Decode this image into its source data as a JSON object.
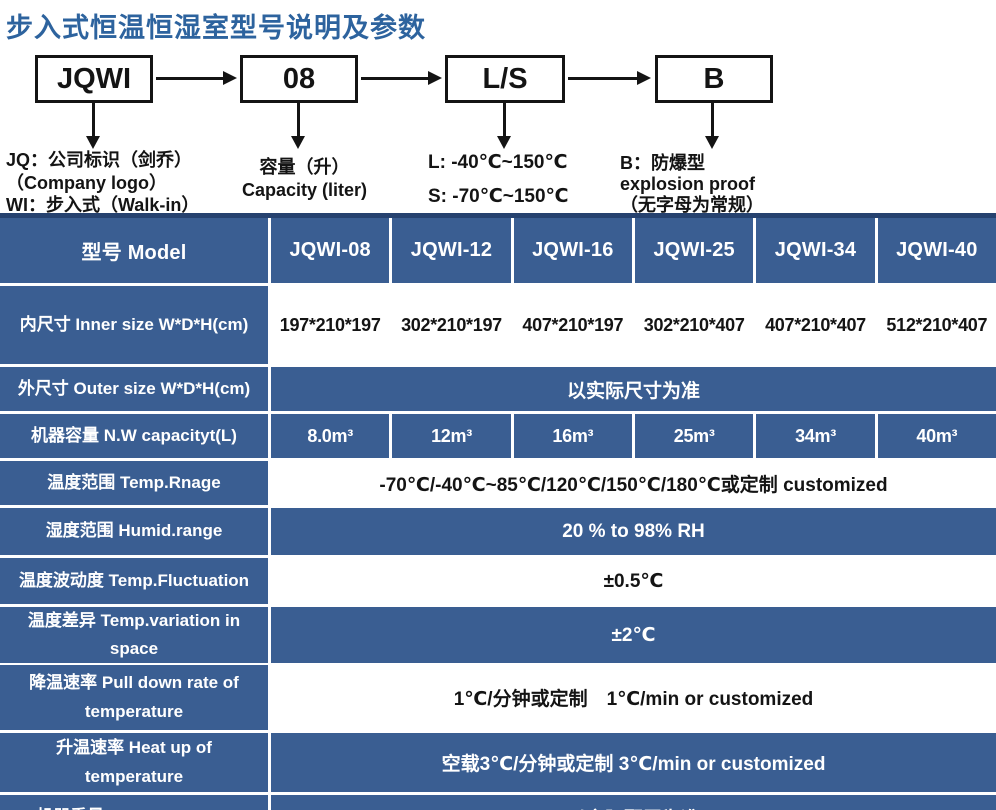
{
  "page": {
    "title": "步入式恒温恒湿室型号说明及参数"
  },
  "diagram": {
    "boxes": [
      "JQWI",
      "08",
      "L/S",
      "B"
    ],
    "notes": [
      {
        "lines": [
          "JQ：公司标识（剑乔）",
          "（Company logo）",
          "WI：步入式（Walk-in）"
        ]
      },
      {
        "lines": [
          "容量（升）",
          "Capacity (liter)"
        ]
      },
      {
        "lines": [
          "L: -40℃~150℃",
          "S: -70℃~150℃"
        ]
      },
      {
        "lines": [
          "B：防爆型",
          "explosion proof",
          "（无字母为常规）"
        ]
      }
    ]
  },
  "table": {
    "header": {
      "label": "型号 Model",
      "models": [
        "JQWI-08",
        "JQWI-12",
        "JQWI-16",
        "JQWI-25",
        "JQWI-34",
        "JQWI-40"
      ]
    },
    "rows": [
      {
        "label": "内尺寸 Inner size W*D*H(cm)",
        "type": "cells",
        "style": "light",
        "values": [
          "197*210*197",
          "302*210*197",
          "407*210*197",
          "302*210*407",
          "407*210*407",
          "512*210*407"
        ]
      },
      {
        "label": "外尺寸 Outer size W*D*H(cm)",
        "type": "span",
        "style": "dark",
        "value": "以实际尺寸为准"
      },
      {
        "label": "机器容量 N.W capacityt(L)",
        "type": "cells",
        "style": "dark",
        "values": [
          "8.0m³",
          "12m³",
          "16m³",
          "25m³",
          "34m³",
          "40m³"
        ]
      },
      {
        "label": "温度范围 Temp.Rnage",
        "type": "span",
        "style": "light",
        "value": "-70℃/-40℃~85℃/120℃/150℃/180℃或定制 customized"
      },
      {
        "label": "湿度范围 Humid.range",
        "type": "span",
        "style": "dark",
        "value": "20 % to 98% RH"
      },
      {
        "label": "温度波动度 Temp.Fluctuation",
        "type": "span",
        "style": "light",
        "value": "±0.5℃"
      },
      {
        "label": "温度差异 Temp.variation in space",
        "type": "span",
        "style": "dark",
        "value": "±2℃"
      },
      {
        "label": "降温速率 Pull down rate of temperature",
        "type": "span",
        "style": "light",
        "value": "1℃/分钟或定制　1℃/min or customized"
      },
      {
        "label": "升温速率 Heat up of temperature",
        "type": "span",
        "style": "dark",
        "value": "空载3℃/分钟或定制 3℃/min or customized"
      },
      {
        "label": "机器重量 N.W weight(kg)",
        "type": "span",
        "style": "dark",
        "value": "以实际配置为准"
      }
    ]
  },
  "colors": {
    "table_blue": "#3a5e92",
    "table_top_border": "#26426f",
    "title_blue": "#2d639e",
    "text_dark": "#141414"
  }
}
